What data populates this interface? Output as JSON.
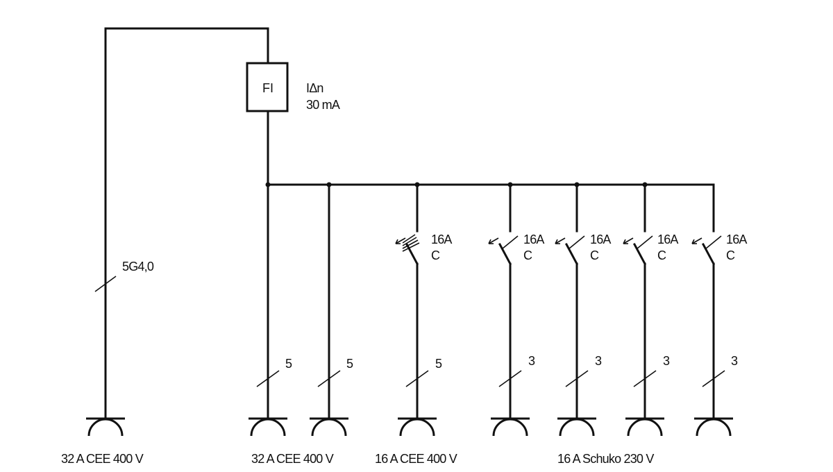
{
  "colors": {
    "line": "#111111",
    "background": "#ffffff"
  },
  "rcd": {
    "label": "FI",
    "rating_line1": "IΔn",
    "rating_line2": "30 mA"
  },
  "supply_cable": {
    "label": "5G4,0"
  },
  "breakers": [
    {
      "rating": "16A",
      "curve": "C"
    },
    {
      "rating": "16A",
      "curve": "C"
    },
    {
      "rating": "16A",
      "curve": "C"
    },
    {
      "rating": "16A",
      "curve": "C"
    },
    {
      "rating": "16A",
      "curve": "C"
    }
  ],
  "branch_conductors": [
    "5",
    "5",
    "5",
    "3",
    "3",
    "3",
    "3"
  ],
  "socket_groups": [
    {
      "label": "32 A CEE 400 V"
    },
    {
      "label": "32 A CEE 400 V"
    },
    {
      "label": "16 A CEE 400 V"
    },
    {
      "label": "16 A Schuko 230 V"
    }
  ]
}
